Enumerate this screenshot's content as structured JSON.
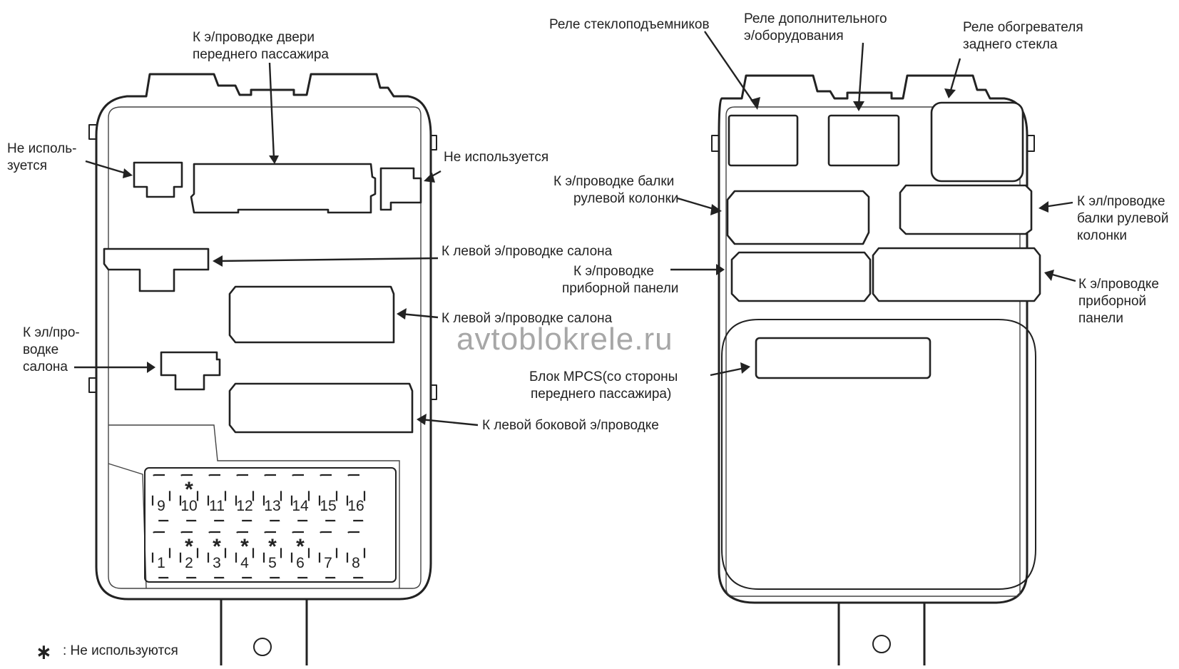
{
  "left_block": {
    "label_door_wiring": [
      "К э/проводке двери",
      "переднего пассажира"
    ],
    "label_not_used_left": [
      "Не исполь-",
      "зуется"
    ],
    "label_not_used_right": "Не используется",
    "label_left_cabin_1": "К левой э/проводке салона",
    "label_left_cabin_2": "К левой э/проводке салона",
    "label_cabin_wiring": [
      "К эл/про-",
      "водке",
      "салона"
    ],
    "label_left_side": "К левой боковой э/проводке",
    "fuses_top": [
      "9",
      "10",
      "11",
      "12",
      "13",
      "14",
      "15",
      "16"
    ],
    "fuses_bottom": [
      "1",
      "2",
      "3",
      "4",
      "5",
      "6",
      "7",
      "8"
    ],
    "unused_mark": "*",
    "legend_symbol": "∗",
    "legend_text": ": Не используются"
  },
  "right_block": {
    "label_window_relay": "Реле стеклоподъемников",
    "label_accessory_relay": [
      "Реле дополнительного",
      "э/оборудования"
    ],
    "label_rear_defroster_relay": [
      "Реле обогревателя",
      "заднего стекла"
    ],
    "label_steering_beam_left": [
      "К э/проводке балки",
      "рулевой колонки"
    ],
    "label_steering_beam_right": [
      "К эл/проводке",
      "балки рулевой",
      "колонки"
    ],
    "label_dash_left": [
      "К э/проводке",
      "приборной панели"
    ],
    "label_dash_right": [
      "К э/проводке",
      "приборной",
      "панели"
    ],
    "label_mpcs": [
      "Блок MPCS(со стороны",
      "переднего пассажира)"
    ]
  },
  "watermark": "avtoblokrele.ru"
}
